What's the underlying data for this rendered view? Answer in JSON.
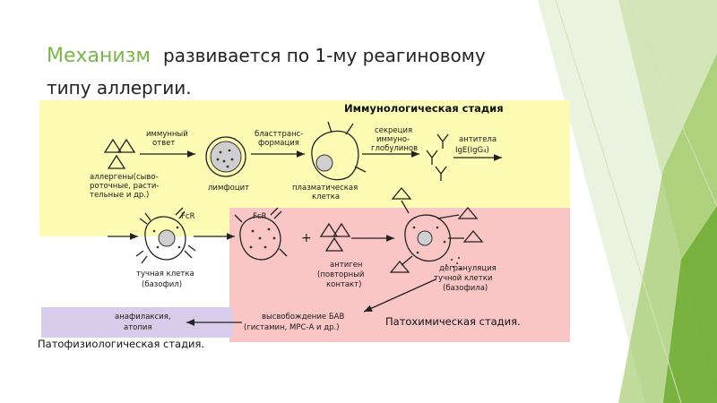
{
  "slide": {
    "title_accent": "Механизм",
    "title_rest": "развивается по 1-му реагиновому",
    "title_line2": "типу аллергии.",
    "colors": {
      "accent": "#7ab648",
      "yellow_zone": "#fdfbb4",
      "pink_zone": "#f9c5c5",
      "purple_zone": "#d9ccea"
    }
  },
  "stages": {
    "immunological": "Иммунологическая стадия",
    "pathochemical": "Патохимическая стадия.",
    "pathophysiological": "Патофизиологическая стадия."
  },
  "diagram": {
    "immune_response": [
      "иммунный",
      "ответ"
    ],
    "allergens": [
      "аллергены(сыво-",
      "роточные, расти-",
      "тельные и др.)"
    ],
    "lymphocyte": "лимфоцит",
    "blast": [
      "бласттранс-",
      "формация"
    ],
    "plasma_cell": [
      "плазматическая",
      "клетка"
    ],
    "secretion": [
      "секреция",
      "иммуно-",
      "глобулинов"
    ],
    "antibodies": [
      "антитела",
      "IgE(IgG₄)"
    ],
    "fcr_1": "FcR",
    "fcr_2": "FcR",
    "plus": "+",
    "mast_cell": [
      "тучная клетка",
      "(базофил)"
    ],
    "antigen": [
      "антиген",
      "(повторный",
      "контакт)"
    ],
    "degranulation": [
      "дегрануляция",
      "тучной клетки",
      "(базофила)"
    ],
    "anaphylaxis": [
      "анафилаксия,",
      "атопия"
    ],
    "release": [
      "высвобождение БАВ",
      "(гистамин, МРС-А и др.)"
    ]
  }
}
